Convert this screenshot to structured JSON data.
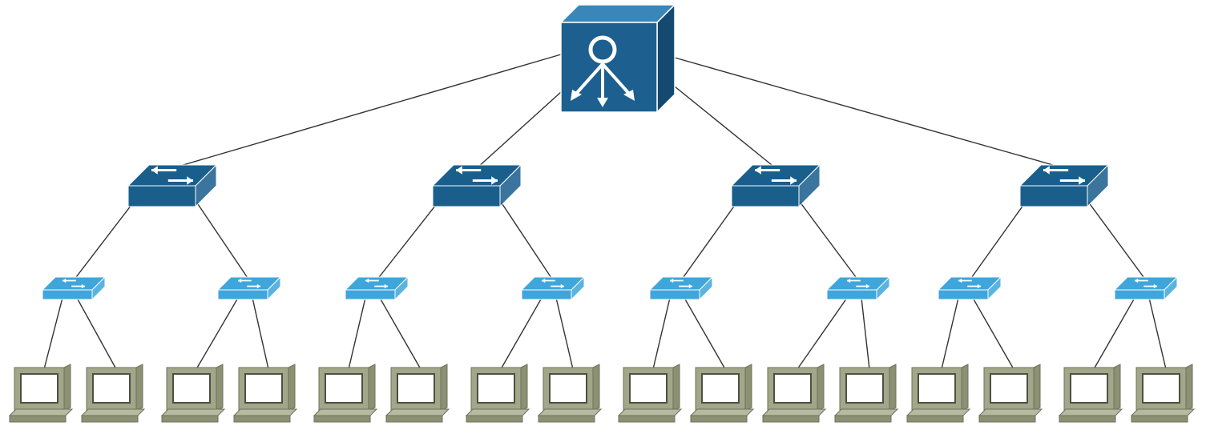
{
  "diagram": {
    "type": "tree-network-topology",
    "text_labels": [],
    "colors": {
      "core_front": "#1d5f8e",
      "core_top": "#3a86b8",
      "core_side": "#144a70",
      "dist_switch": "#1a5e8c",
      "access_switch": "#3fa6dc",
      "computer_body": "#a2a78a",
      "computer_screen": "#ffffff",
      "link": "#333333"
    },
    "nodes": {
      "core": {
        "id": "core",
        "icon": "core-router-icon"
      },
      "distribution": [
        {
          "id": "dist-1",
          "icon": "distribution-switch-icon",
          "parent": "core"
        },
        {
          "id": "dist-2",
          "icon": "distribution-switch-icon",
          "parent": "core"
        },
        {
          "id": "dist-3",
          "icon": "distribution-switch-icon",
          "parent": "core"
        },
        {
          "id": "dist-4",
          "icon": "distribution-switch-icon",
          "parent": "core"
        }
      ],
      "access": [
        {
          "id": "acc-1",
          "icon": "access-switch-icon",
          "parent": "dist-1"
        },
        {
          "id": "acc-2",
          "icon": "access-switch-icon",
          "parent": "dist-1"
        },
        {
          "id": "acc-3",
          "icon": "access-switch-icon",
          "parent": "dist-2"
        },
        {
          "id": "acc-4",
          "icon": "access-switch-icon",
          "parent": "dist-2"
        },
        {
          "id": "acc-5",
          "icon": "access-switch-icon",
          "parent": "dist-3"
        },
        {
          "id": "acc-6",
          "icon": "access-switch-icon",
          "parent": "dist-3"
        },
        {
          "id": "acc-7",
          "icon": "access-switch-icon",
          "parent": "dist-4"
        },
        {
          "id": "acc-8",
          "icon": "access-switch-icon",
          "parent": "dist-4"
        }
      ],
      "hosts": [
        {
          "id": "pc-1",
          "icon": "computer-icon",
          "parent": "acc-1"
        },
        {
          "id": "pc-2",
          "icon": "computer-icon",
          "parent": "acc-1"
        },
        {
          "id": "pc-3",
          "icon": "computer-icon",
          "parent": "acc-2"
        },
        {
          "id": "pc-4",
          "icon": "computer-icon",
          "parent": "acc-2"
        },
        {
          "id": "pc-5",
          "icon": "computer-icon",
          "parent": "acc-3"
        },
        {
          "id": "pc-6",
          "icon": "computer-icon",
          "parent": "acc-3"
        },
        {
          "id": "pc-7",
          "icon": "computer-icon",
          "parent": "acc-4"
        },
        {
          "id": "pc-8",
          "icon": "computer-icon",
          "parent": "acc-4"
        },
        {
          "id": "pc-9",
          "icon": "computer-icon",
          "parent": "acc-5"
        },
        {
          "id": "pc-10",
          "icon": "computer-icon",
          "parent": "acc-5"
        },
        {
          "id": "pc-11",
          "icon": "computer-icon",
          "parent": "acc-6"
        },
        {
          "id": "pc-12",
          "icon": "computer-icon",
          "parent": "acc-6"
        },
        {
          "id": "pc-13",
          "icon": "computer-icon",
          "parent": "acc-7"
        },
        {
          "id": "pc-14",
          "icon": "computer-icon",
          "parent": "acc-7"
        },
        {
          "id": "pc-15",
          "icon": "computer-icon",
          "parent": "acc-8"
        },
        {
          "id": "pc-16",
          "icon": "computer-icon",
          "parent": "acc-8"
        }
      ]
    }
  }
}
